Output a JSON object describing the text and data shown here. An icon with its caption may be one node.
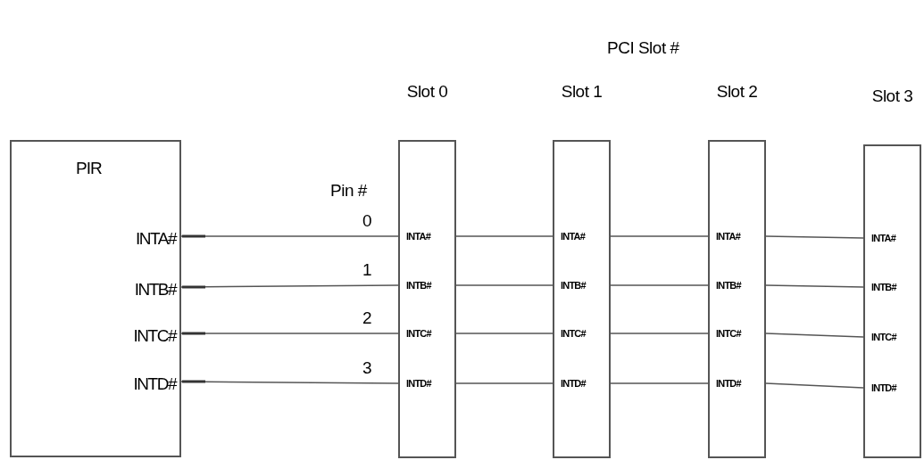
{
  "diagram": {
    "title": "PCI Slot #",
    "nodes": [
      {
        "text": [
          "PIR"
        ]
      },
      {
        "text": [
          "INTA#"
        ],
        "in": 0
      },
      {
        "text": [
          "INTB#"
        ],
        "in": 0
      },
      {
        "text": [
          "INTC#"
        ],
        "in": 0
      },
      {
        "text": [
          "INTD#"
        ],
        "in": 0
      },
      {
        "text": [
          "Slot 0"
        ]
      },
      {
        "text": [
          "INTA#"
        ],
        "in": 5
      },
      {
        "text": [
          "INTB#"
        ],
        "in": 5
      },
      {
        "text": [
          "INTC#"
        ],
        "in": 5
      },
      {
        "text": [
          "INTD#"
        ],
        "in": 5
      },
      {
        "text": [
          "Slot 1"
        ]
      },
      {
        "text": [
          "INTA#"
        ],
        "in": 10
      },
      {
        "text": [
          "INTB#"
        ],
        "in": 10
      },
      {
        "text": [
          "INTC#"
        ],
        "in": 10
      },
      {
        "text": [
          "INTD#"
        ],
        "in": 10
      },
      {
        "text": [
          "Slot 2"
        ]
      },
      {
        "text": [
          "INTA#"
        ],
        "in": 15
      },
      {
        "text": [
          "INTB#"
        ],
        "in": 15
      },
      {
        "text": [
          "INTC#"
        ],
        "in": 15
      },
      {
        "text": [
          "INTD#"
        ],
        "in": 15
      },
      {
        "text": [
          "Slot 3"
        ]
      },
      {
        "text": [
          "INTA#"
        ],
        "in": 20
      },
      {
        "text": [
          "INTB#"
        ],
        "in": 20
      },
      {
        "text": [
          "INTC#"
        ],
        "in": 20
      },
      {
        "text": [
          "INTD#"
        ],
        "in": 20
      }
    ],
    "edges": [
      {
        "from": 1,
        "to": 6,
        "arrow": "none",
        "label": "0"
      },
      {
        "from": 2,
        "to": 7,
        "arrow": "none",
        "label": "1"
      },
      {
        "from": 3,
        "to": 8,
        "arrow": "none",
        "label": "2"
      },
      {
        "from": 4,
        "to": 9,
        "arrow": "none",
        "label": "3"
      },
      {
        "from": 6,
        "to": 11,
        "arrow": "none"
      },
      {
        "from": 7,
        "to": 12,
        "arrow": "none"
      },
      {
        "from": 8,
        "to": 13,
        "arrow": "none"
      },
      {
        "from": 9,
        "to": 14,
        "arrow": "none"
      },
      {
        "from": 11,
        "to": 16,
        "arrow": "none"
      },
      {
        "from": 12,
        "to": 17,
        "arrow": "none"
      },
      {
        "from": 13,
        "to": 18,
        "arrow": "none"
      },
      {
        "from": 14,
        "to": 19,
        "arrow": "none"
      },
      {
        "from": 16,
        "to": 21,
        "arrow": "none"
      },
      {
        "from": 17,
        "to": 22,
        "arrow": "none"
      },
      {
        "from": 18,
        "to": 23,
        "arrow": "none"
      },
      {
        "from": 19,
        "to": 24,
        "arrow": "none"
      }
    ],
    "labels": [
      "Pin #"
    ]
  }
}
